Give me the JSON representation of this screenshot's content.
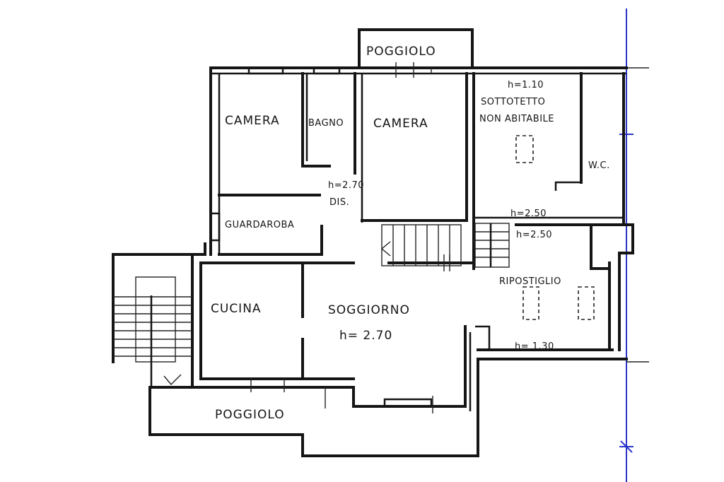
{
  "rooms": {
    "camera_1": "CAMERA",
    "bagno": "BAGNO",
    "camera_2": "CAMERA",
    "sottotetto_height": "h=1.10",
    "sottotetto_line1": "SOTTOTETTO",
    "sottotetto_line2": "NON ABITABILE",
    "wc": "W.C.",
    "poggiolo_top": "POGGIOLO",
    "dis_height": "h=2.70",
    "dis": "DIS.",
    "guardaroba": "GUARDAROBA",
    "h250a": "h=2.50",
    "h250b": "h=2.50",
    "ripostiglio": "RIPOSTIGLIO",
    "cucina": "CUCINA",
    "soggiorno": "SOGGIORNO",
    "soggiorno_height": "h= 2.70",
    "ripostiglio_height": "h= 1.30",
    "poggiolo_bottom": "POGGIOLO"
  }
}
